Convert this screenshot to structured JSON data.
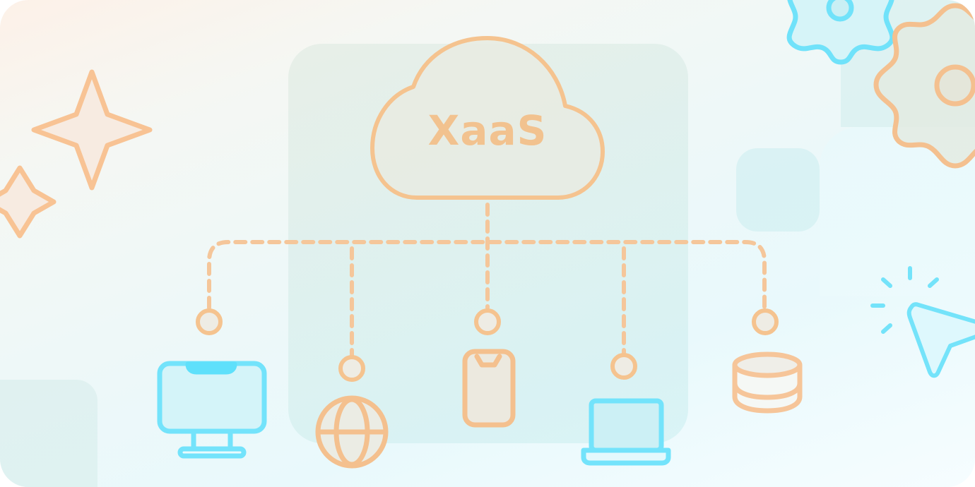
{
  "illustration": {
    "title": "XaaS",
    "concept": "Anything as a Service cloud connecting to devices",
    "colors": {
      "orange_stroke": "#f6c08e",
      "cyan_stroke": "#6fe3fb",
      "orange_fill": "#f3ebe2",
      "cyan_fill": "#d6f5fa"
    },
    "cloud": {
      "icon": "cloud-icon",
      "label": "XaaS"
    },
    "devices": [
      {
        "name": "desktop-monitor",
        "icon": "monitor-icon",
        "color": "cyan"
      },
      {
        "name": "globe",
        "icon": "globe-icon",
        "color": "orange"
      },
      {
        "name": "smartphone",
        "icon": "smartphone-icon",
        "color": "orange"
      },
      {
        "name": "laptop",
        "icon": "laptop-icon",
        "color": "cyan"
      },
      {
        "name": "database",
        "icon": "database-icon",
        "color": "orange"
      }
    ],
    "decorations": [
      {
        "icon": "sparkle-large-icon"
      },
      {
        "icon": "sparkle-small-icon"
      },
      {
        "icon": "gear-cyan-icon"
      },
      {
        "icon": "gear-orange-icon"
      },
      {
        "icon": "cursor-click-icon"
      }
    ]
  }
}
